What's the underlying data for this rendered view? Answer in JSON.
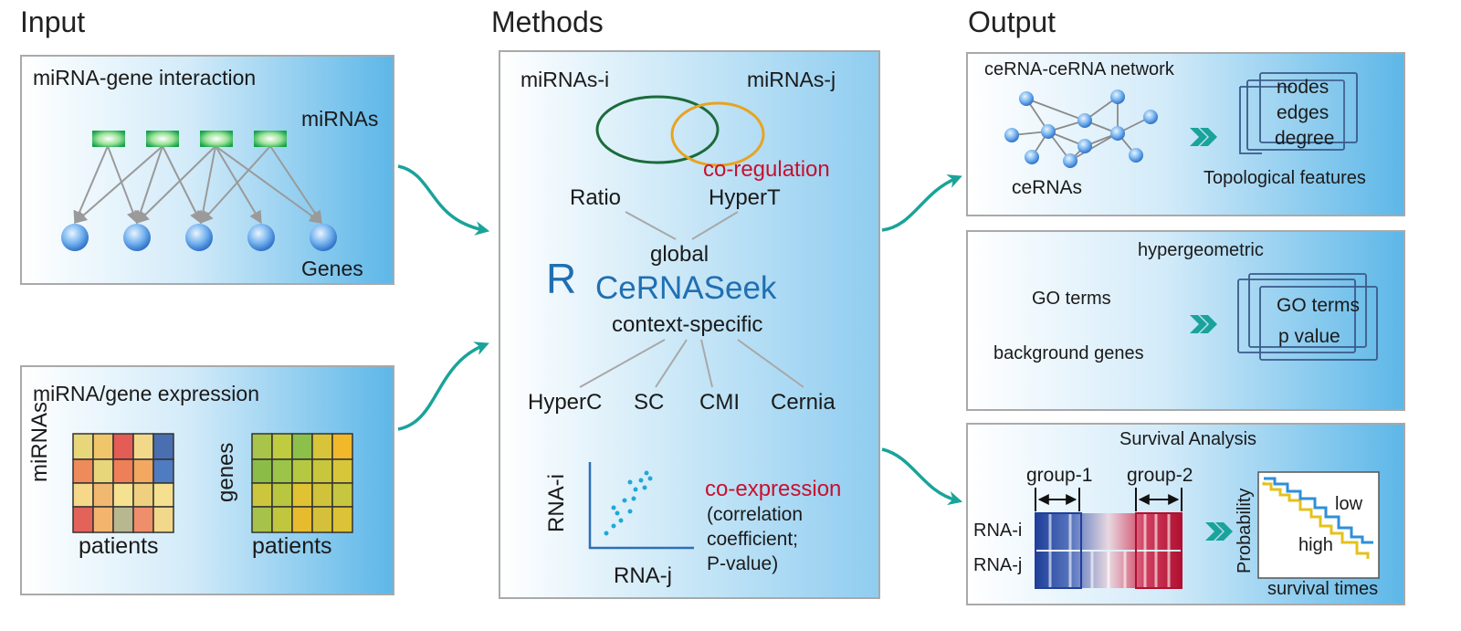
{
  "sections": {
    "input": "Input",
    "methods": "Methods",
    "output": "Output"
  },
  "input": {
    "interaction": {
      "title": "miRNA-gene interaction",
      "mirnas_label": "miRNAs",
      "genes_label": "Genes"
    },
    "expression": {
      "title": "miRNA/gene expression",
      "mirnas_axis": "miRNAs",
      "genes_axis": "genes",
      "patients_left": "patients",
      "patients_right": "patients"
    }
  },
  "methods": {
    "mirnas_i": "miRNAs-i",
    "mirnas_j": "miRNAs-j",
    "co_regulation": "co-regulation",
    "ratio": "Ratio",
    "hypert": "HyperT",
    "global": "global",
    "logo_letter": "R",
    "package": "CeRNASeek",
    "context": "context-specific",
    "hyperc": "HyperC",
    "sc": "SC",
    "cmi": "CMI",
    "cernia": "Cernia",
    "rna_i_axis": "RNA-i",
    "rna_j_axis": "RNA-j",
    "co_expression": "co-expression",
    "coexp_line1": "(correlation",
    "coexp_line2": "coefficient;",
    "coexp_line3": "P-value)"
  },
  "output": {
    "network": {
      "title": "ceRNA-ceRNA network",
      "cernas": "ceRNAs",
      "nodes": "nodes",
      "edges": "edges",
      "degree": "degree",
      "features": "Topological features"
    },
    "enrichment": {
      "hypergeometric": "hypergeometric",
      "go_terms": "GO terms",
      "background": "background genes",
      "go_terms_box": "GO terms",
      "p_value": "p value"
    },
    "survival": {
      "title": "Survival Analysis",
      "group1": "group-1",
      "group2": "group-2",
      "rna_i": "RNA-i",
      "rna_j": "RNA-j",
      "probability": "Probability",
      "low": "low",
      "high": "high",
      "times": "survival times"
    }
  },
  "colors": {
    "accent_red": "#c8102e",
    "package_blue": "#1f6fb2",
    "arrow_teal": "#1aa39a",
    "venn_green": "#1b6b3a",
    "venn_orange": "#e8a321",
    "survival_blue": "#2f8fd8",
    "survival_yellow": "#e3c21c"
  }
}
